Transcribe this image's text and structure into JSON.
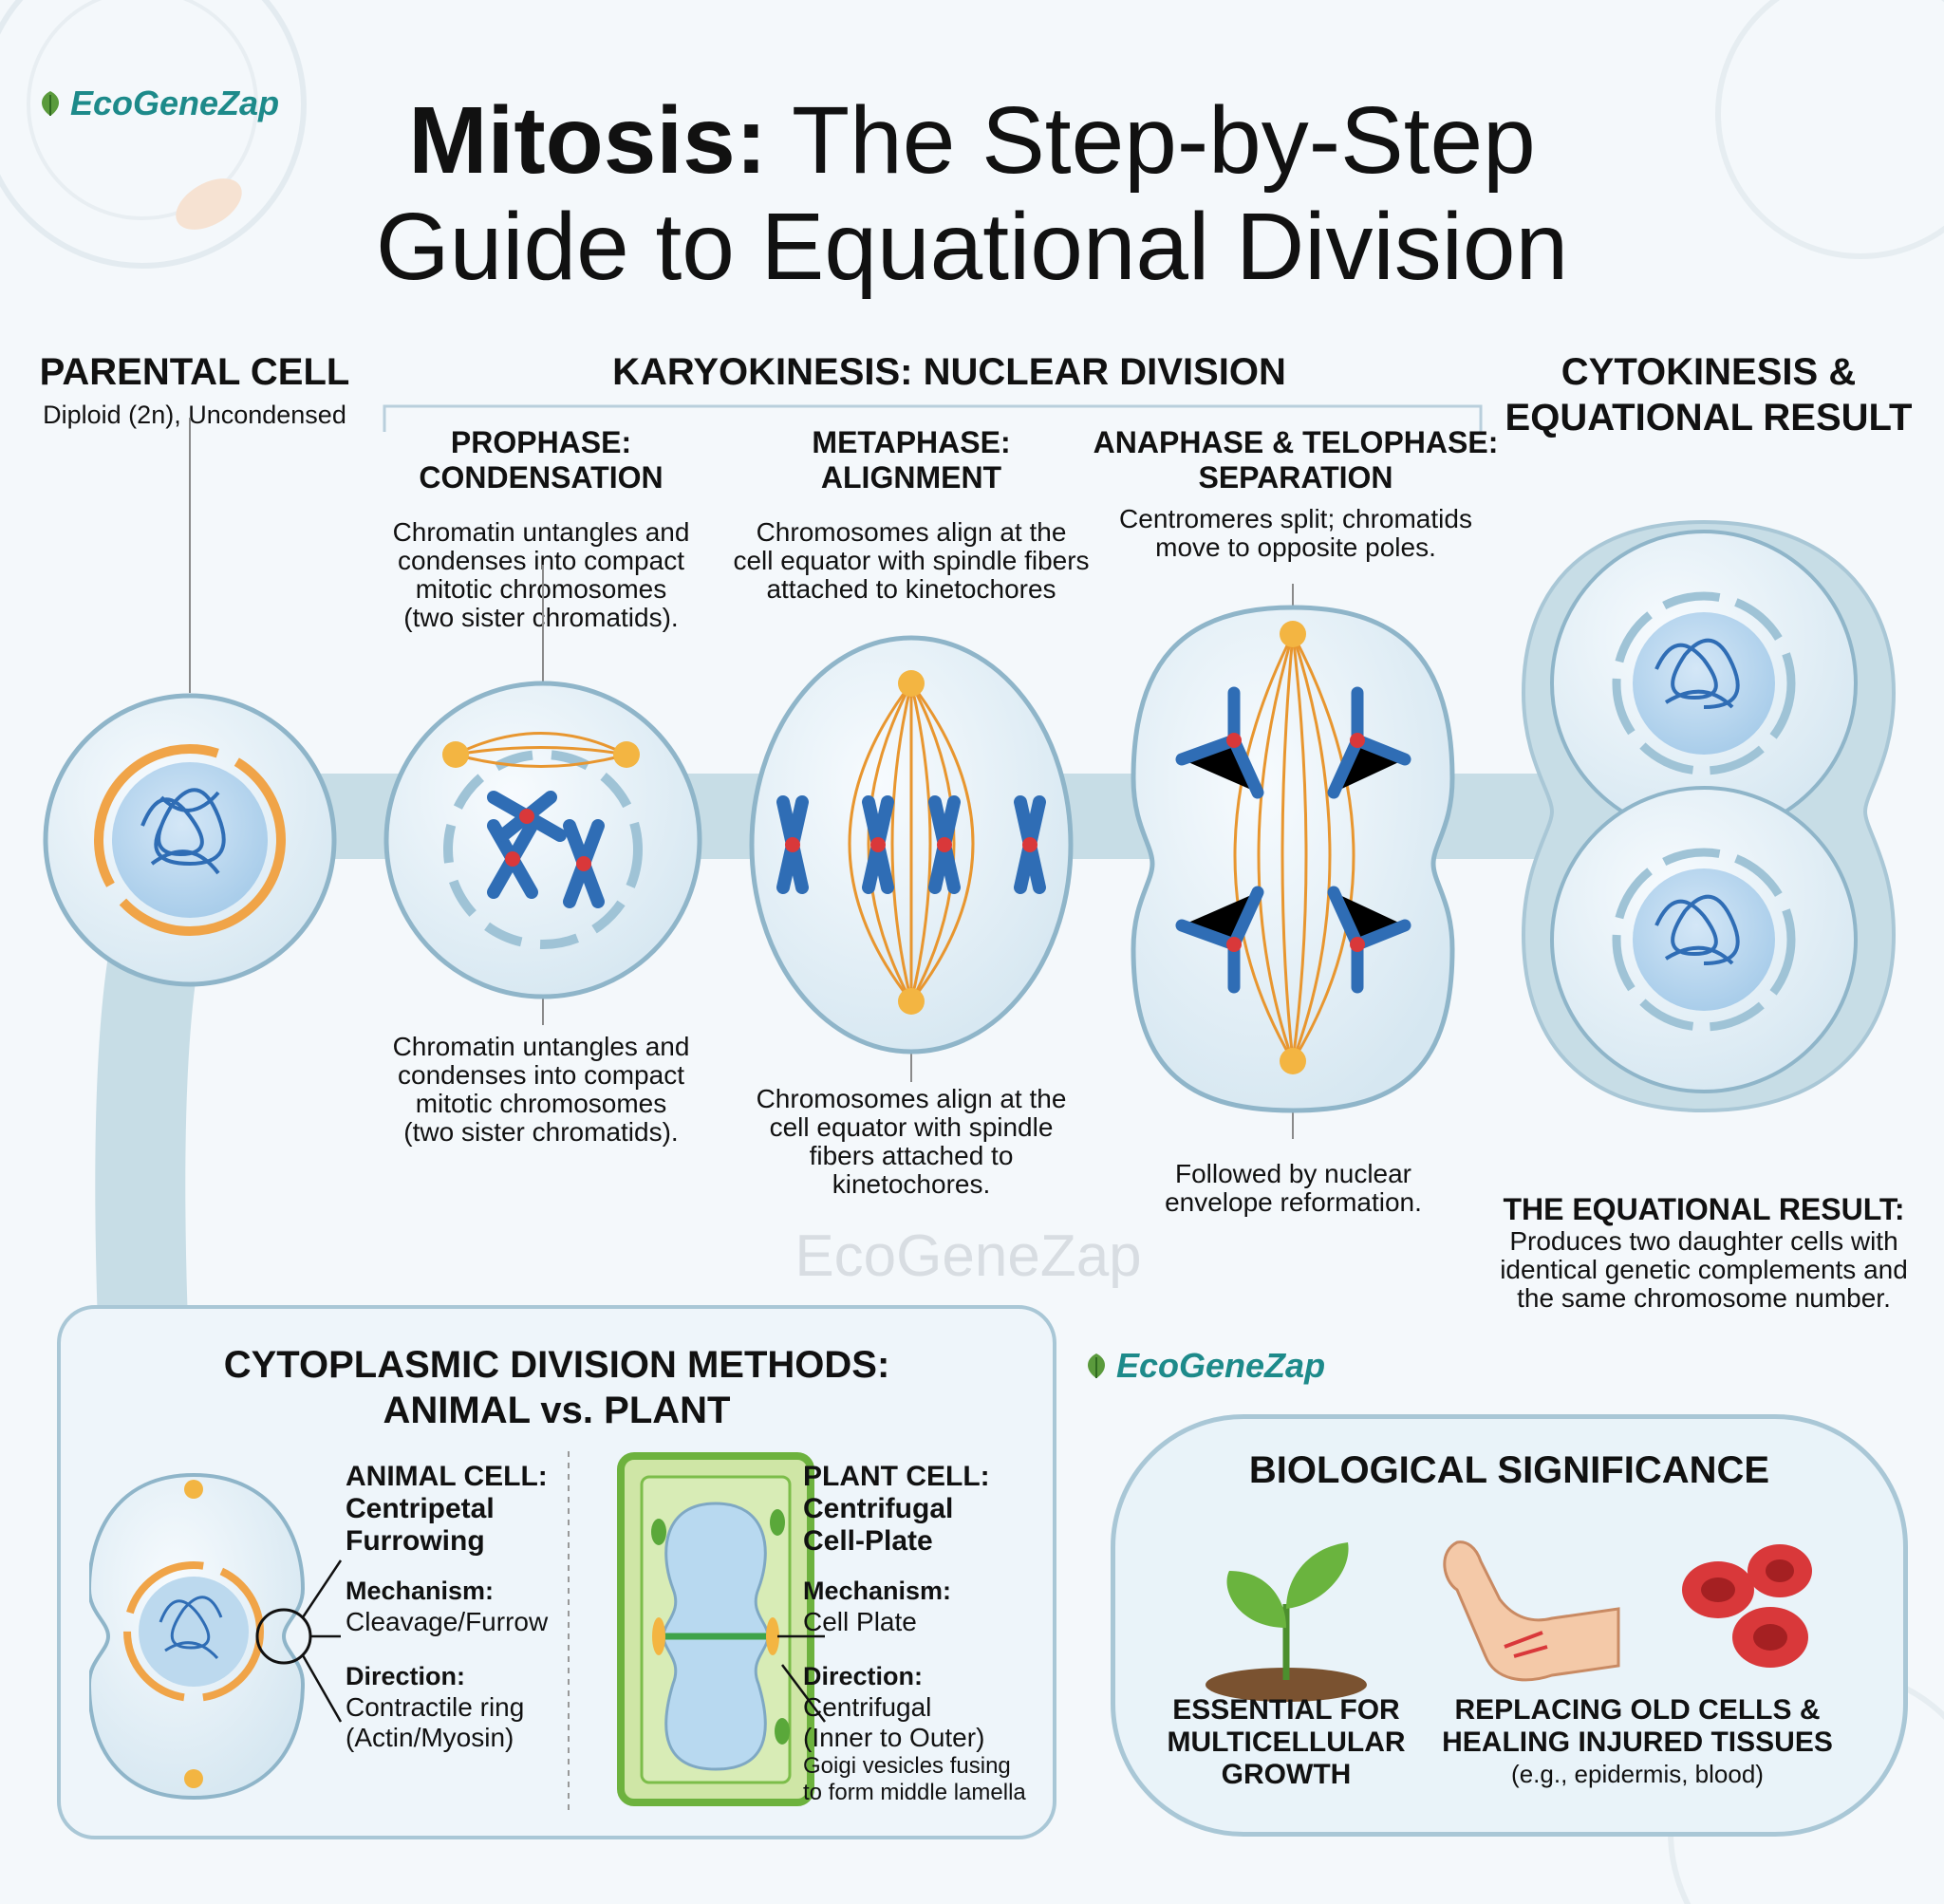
{
  "logo": {
    "brand": "EcoGeneZap"
  },
  "title": {
    "bold": "Mitosis:",
    "rest_line1": " The Step-by-Step",
    "line2": "Guide to Equational Division"
  },
  "parental": {
    "heading": "PARENTAL CELL",
    "sub": "Diploid (2n), Uncondensed"
  },
  "karyokinesis": {
    "heading": "KARYOKINESIS: NUCLEAR DIVISION"
  },
  "cytokinesis": {
    "heading_line1": "CYTOKINESIS &",
    "heading_line2": "EQUATIONAL RESULT"
  },
  "prophase": {
    "heading_line1": "PROPHASE:",
    "heading_line2": "CONDENSATION",
    "top_desc": [
      "Chromatin untangles and",
      "condenses into compact",
      "mitotic chromosomes",
      "(two sister chromatids)."
    ],
    "bottom_desc": [
      "Chromatin untangles and",
      "condenses into compact",
      "mitotic chromosomes",
      "(two sister chromatids)."
    ]
  },
  "metaphase": {
    "heading_line1": "METAPHASE:",
    "heading_line2": "ALIGNMENT",
    "top_desc": [
      "Chromosomes align at the",
      "cell equator with spindle fibers",
      "attached to kinetochores"
    ],
    "bottom_desc": [
      "Chromosomes align at the",
      "cell equator with spindle",
      "fibers attached to",
      "kinetochores."
    ]
  },
  "anaphase": {
    "heading_line1": "ANAPHASE & TELOPHASE:",
    "heading_line2": "SEPARATION",
    "top_desc": [
      "Centromeres split; chromatids",
      "move to opposite poles."
    ],
    "bottom_desc": [
      "Followed by nuclear",
      "envelope reformation."
    ]
  },
  "result": {
    "heading": "THE EQUATIONAL RESULT:",
    "desc": [
      "Produces two daughter cells with",
      "identical genetic complements and",
      "the same chromosome number."
    ]
  },
  "watermark": "EcoGeneZap",
  "methods": {
    "heading_line1": "CYTOPLASMIC DIVISION METHODS:",
    "heading_line2": "ANIMAL vs. PLANT",
    "animal": {
      "title_line1": "ANIMAL CELL:",
      "title_line2": "Centripetal",
      "title_line3": "Furrowing",
      "mech_label": "Mechanism:",
      "mech_value": "Cleavage/Furrow",
      "dir_label": "Direction:",
      "dir_value_line1": "Contractile ring",
      "dir_value_line2": "(Actin/Myosin)"
    },
    "plant": {
      "title_line1": "PLANT CELL:",
      "title_line2": "Centrifugal",
      "title_line3": "Cell-Plate",
      "mech_label": "Mechanism:",
      "mech_value": "Cell Plate",
      "dir_label": "Direction:",
      "dir_value_line1": "Centrifugal",
      "dir_value_line2": "(Inner to Outer)",
      "note_line1": "Goigi vesicles fusing",
      "note_line2": "to form middle lamella"
    }
  },
  "significance": {
    "heading": "BIOLOGICAL SIGNIFICANCE",
    "item1": [
      "ESSENTIAL FOR",
      "MULTICELLULAR",
      "GROWTH"
    ],
    "item2": [
      "REPLACING OLD CELLS &",
      "HEALING INJURED TISSUES"
    ],
    "item2_sub": "(e.g., epidermis, blood)"
  },
  "colors": {
    "chromosome": "#2f6db5",
    "centromere": "#d9383a",
    "spindle": "#e8962f",
    "membrane": "#9fc3d6",
    "cell_fill": "#e6f1f8"
  }
}
